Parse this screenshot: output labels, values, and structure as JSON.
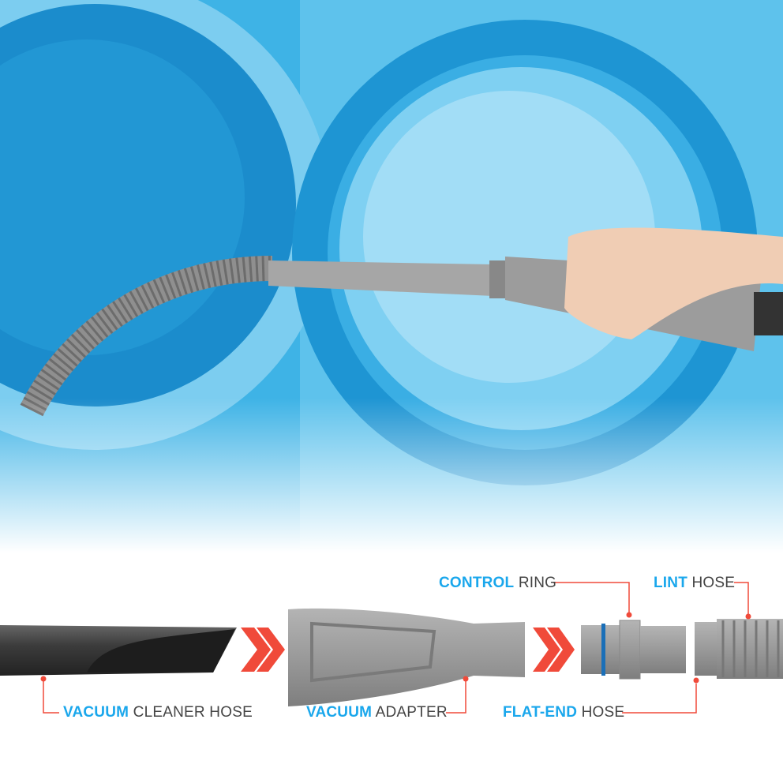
{
  "colors": {
    "accent_blue": "#1aa7ec",
    "callout_red": "#f04a3a",
    "photo_blue": "#2aa6df",
    "part_gray": "#9a9a9a"
  },
  "labels": {
    "control_ring": {
      "highlight": "CONTROL",
      "rest": "RING"
    },
    "lint_hose": {
      "highlight": "LINT",
      "rest": "HOSE"
    },
    "vacuum_cleaner_hose": {
      "highlight": "VACUUM",
      "rest": "CLEANER HOSE"
    },
    "vacuum_adapter": {
      "highlight": "VACUUM",
      "rest": "ADAPTER"
    },
    "flat_end_hose": {
      "highlight": "FLAT-END",
      "rest": "HOSE"
    }
  }
}
